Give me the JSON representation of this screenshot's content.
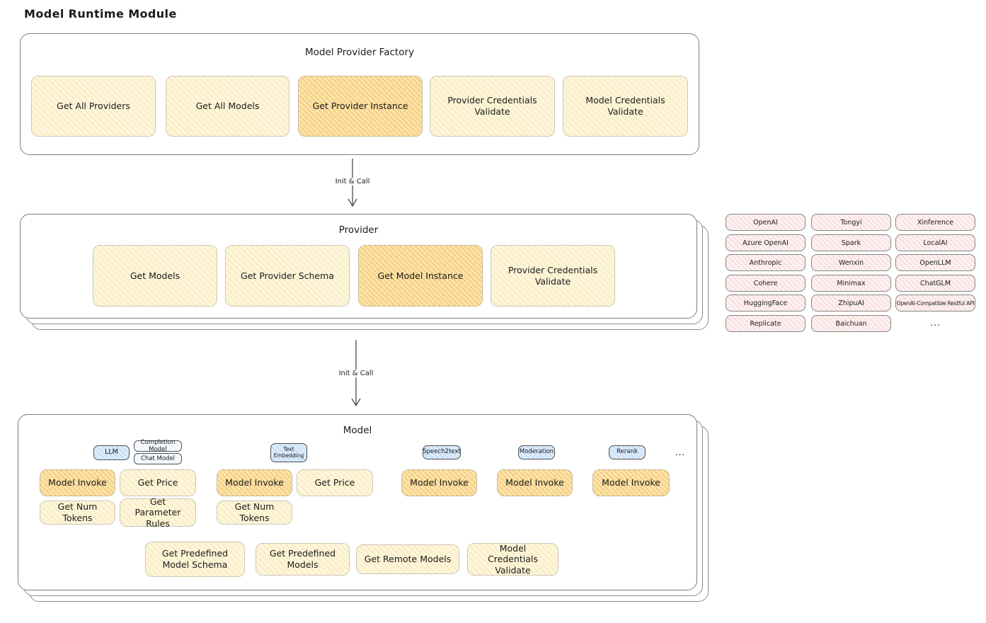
{
  "page": {
    "title": "Model Runtime Module"
  },
  "colors": {
    "highlight_fill": "#f6c468",
    "action_fill": "#fdf6dc",
    "provider_fill": "#fbe9e9",
    "model_type_fill": "#ddecfa"
  },
  "factory": {
    "title": "Model Provider Factory",
    "buttons": [
      {
        "label": "Get All Providers",
        "highlighted": false
      },
      {
        "label": "Get All Models",
        "highlighted": false
      },
      {
        "label": "Get Provider Instance",
        "highlighted": true
      },
      {
        "label": "Provider Credentials Validate",
        "highlighted": false
      },
      {
        "label": "Model Credentials Validate",
        "highlighted": false
      }
    ]
  },
  "flow": {
    "arrow1_label": "Init & Call",
    "arrow2_label": "Init & Call"
  },
  "provider": {
    "title": "Provider",
    "buttons": [
      {
        "label": "Get Models",
        "highlighted": false
      },
      {
        "label": "Get Provider Schema",
        "highlighted": false
      },
      {
        "label": "Get Model Instance",
        "highlighted": true
      },
      {
        "label": "Provider Credentials Validate",
        "highlighted": false
      }
    ]
  },
  "providers_list": {
    "columns": [
      {
        "items": [
          "OpenAI",
          "Azure OpenAI",
          "Anthropic",
          "Cohere",
          "HuggingFace",
          "Replicate"
        ]
      },
      {
        "items": [
          "Tongyi",
          "Spark",
          "Wenxin",
          "Minimax",
          "ZhipuAI",
          "Baichuan"
        ]
      },
      {
        "items": [
          "Xinference",
          "LocalAI",
          "OpenLLM",
          "ChatGLM",
          "OpenAI-Compatible Restful API"
        ]
      }
    ],
    "more_indicator": "..."
  },
  "model": {
    "title": "Model",
    "types": {
      "llm": "LLM",
      "completion_model": "Completion Model",
      "chat_model": "Chat Model",
      "text_embedding": "Text Embedding",
      "speech2text": "Speech2text",
      "moderation": "Moderation",
      "rerank": "Rerank",
      "more_indicator": "..."
    },
    "llm": {
      "model_invoke": "Model Invoke",
      "get_price": "Get Price",
      "get_num_tokens": "Get Num Tokens",
      "get_parameter_rules": "Get Parameter Rules"
    },
    "text_embedding": {
      "model_invoke": "Model Invoke",
      "get_price": "Get Price",
      "get_num_tokens": "Get Num Tokens"
    },
    "speech2text": {
      "model_invoke": "Model Invoke"
    },
    "moderation": {
      "model_invoke": "Model Invoke"
    },
    "rerank": {
      "model_invoke": "Model Invoke"
    },
    "shared": {
      "get_predefined_model_schema": "Get Predefined Model Schema",
      "get_predefined_models": "Get Predefined Models",
      "get_remote_models": "Get Remote Models",
      "model_credentials_validate": "Model Credentials Validate"
    }
  }
}
